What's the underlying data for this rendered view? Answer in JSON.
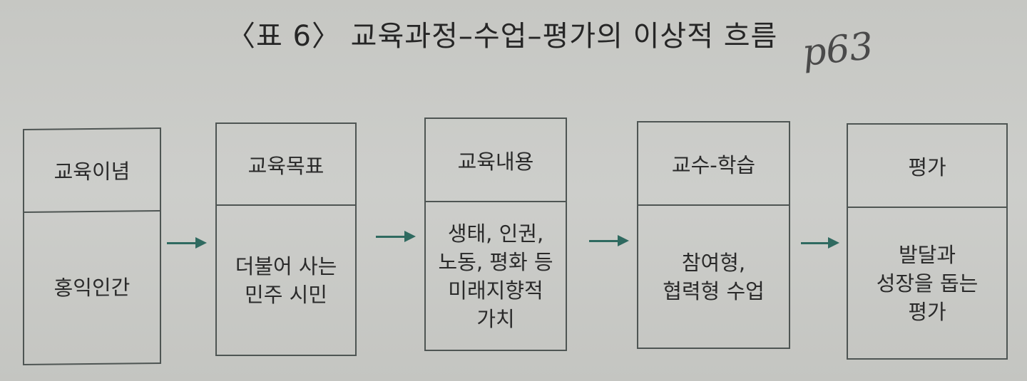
{
  "title": "〈표 6〉 교육과정–수업–평가의 이상적 흐름",
  "handwritten_note": "p63",
  "boxes": [
    {
      "header": "교육이념",
      "body": "홍익인간"
    },
    {
      "header": "교육목표",
      "body": "더불어 사는\n민주 시민"
    },
    {
      "header": "교육내용",
      "body": "생태, 인권,\n노동, 평화 등\n미래지향적\n가치"
    },
    {
      "header": "교수-학습",
      "body": "참여형,\n협력형 수업"
    },
    {
      "header": "평가",
      "body": "발달과\n성장을 돕는\n평가"
    }
  ],
  "arrow_color": "#2f6a60"
}
